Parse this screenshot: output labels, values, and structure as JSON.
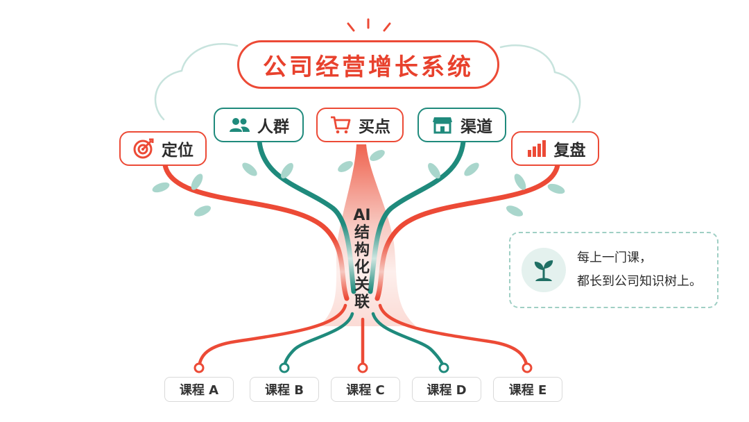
{
  "title": "公司经营增长系统",
  "nodes": [
    {
      "label": "定位",
      "icon": "target-icon",
      "color": "#ec4a36"
    },
    {
      "label": "人群",
      "icon": "people-icon",
      "color": "#1f8a7c"
    },
    {
      "label": "买点",
      "icon": "cart-icon",
      "color": "#ec4a36"
    },
    {
      "label": "渠道",
      "icon": "store-icon",
      "color": "#1f8a7c"
    },
    {
      "label": "复盘",
      "icon": "bar-chart-icon",
      "color": "#ec4a36"
    }
  ],
  "center_label": [
    "AI",
    "结",
    "构",
    "化",
    "关",
    "联"
  ],
  "courses": [
    "课程 A",
    "课程 B",
    "课程 C",
    "课程 D",
    "课程 E"
  ],
  "note": {
    "line1": "每上一门课，",
    "line2": "都长到公司知识树上。",
    "icon": "sprout-icon"
  },
  "colors": {
    "red": "#ec4a36",
    "teal": "#1f8a7c",
    "leaf": "#a9d6cc",
    "cloud": "#c7e3dd",
    "note_border": "#9fcfc4"
  }
}
